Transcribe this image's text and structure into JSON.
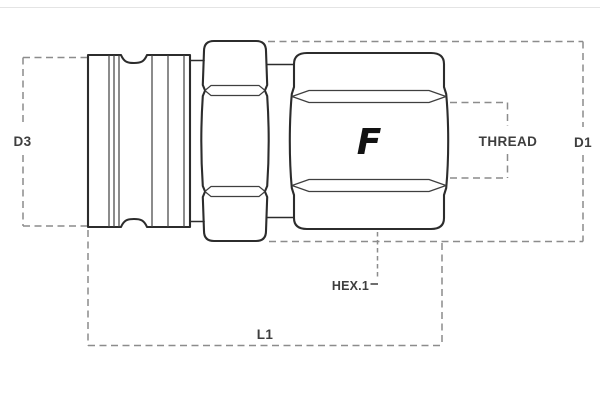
{
  "colors": {
    "background": "#ffffff",
    "outline": "#2c2c2c",
    "detail-line": "#3f3f3f",
    "dim-line": "#8c8c8c",
    "label-text": "#3e3e3e",
    "logo": "#121212",
    "frame": "#d9d9d9"
  },
  "diagram": {
    "logo_letter": "F",
    "labels": {
      "d3": "D3",
      "l1": "L1",
      "d1": "D1",
      "thread": "THREAD",
      "hex1": "HEX.1"
    }
  }
}
